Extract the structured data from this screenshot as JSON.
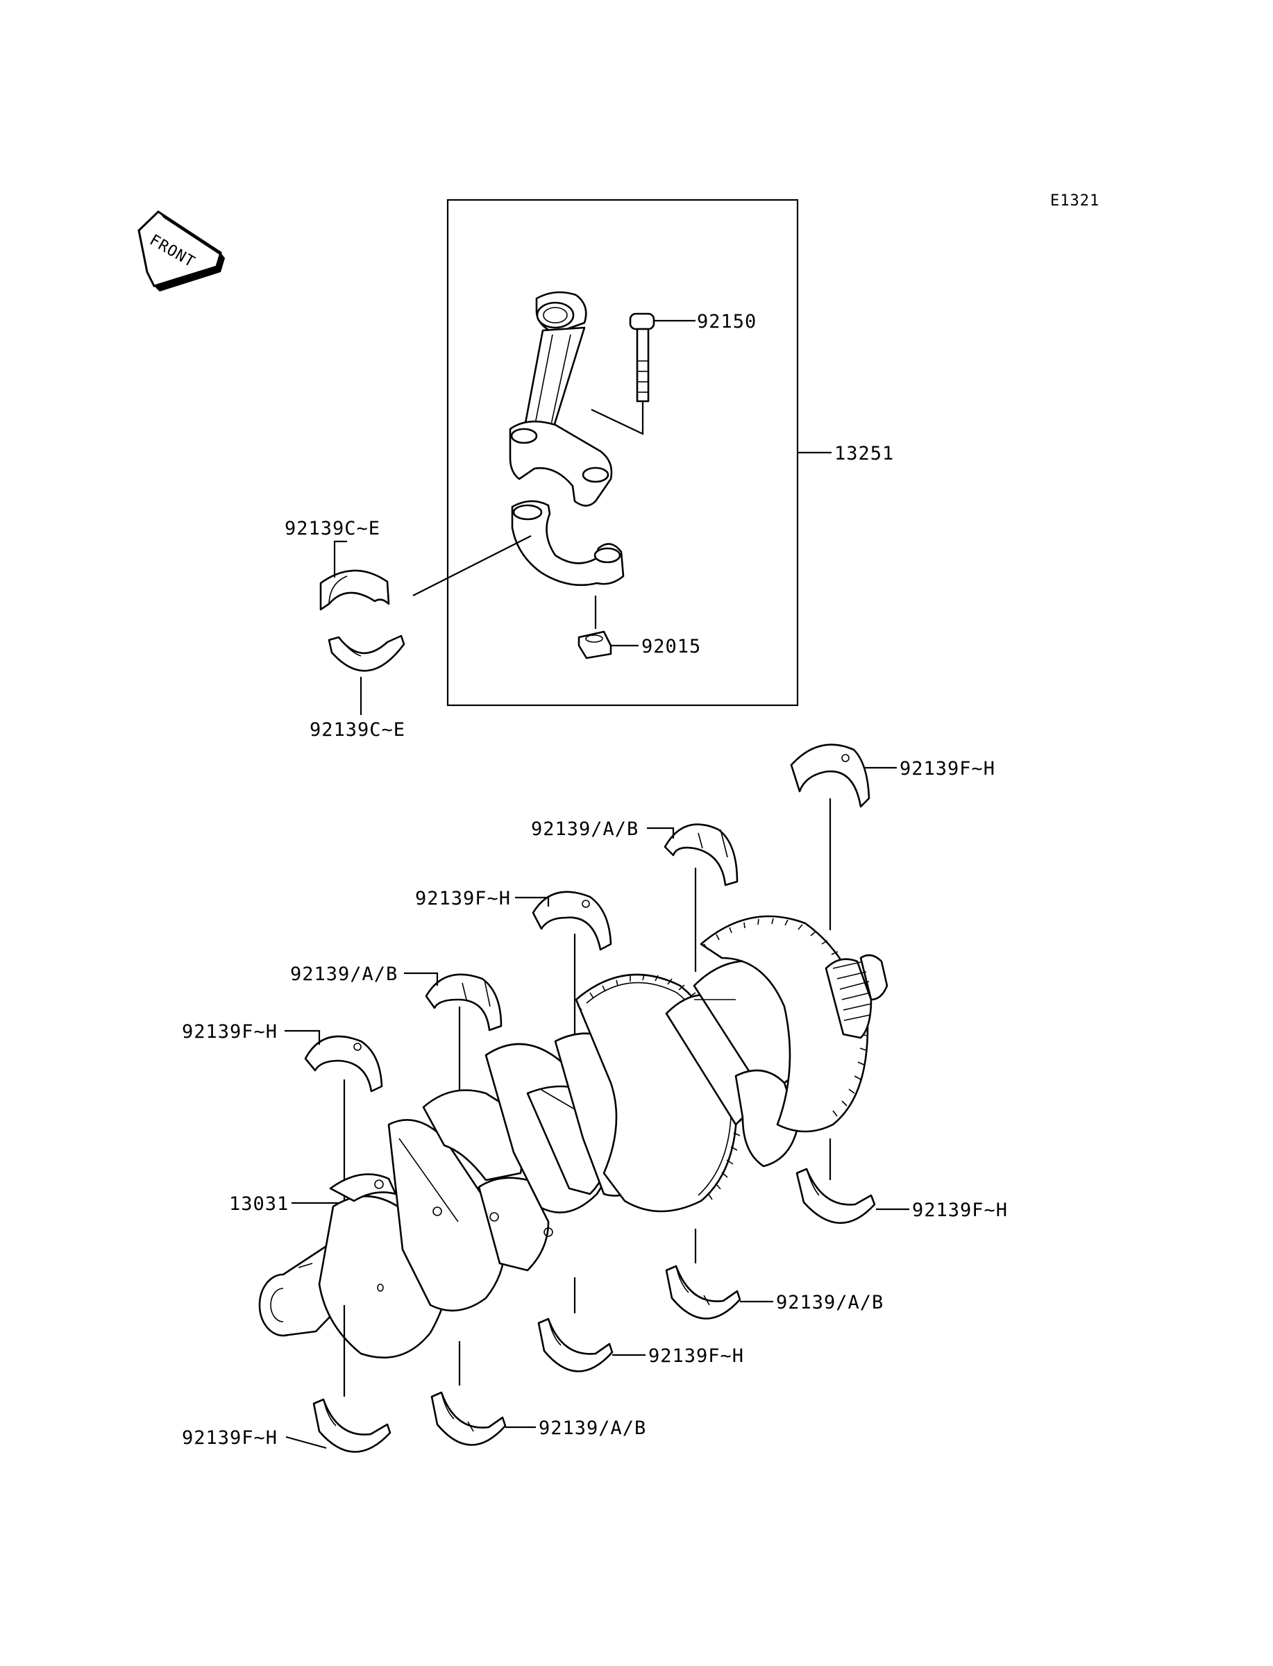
{
  "diagram_code": "E1321",
  "front_arrow_text": "FRONT",
  "labels": {
    "conrod_bolt": "92150",
    "conrod_assy": "13251",
    "conrod_bearing_upper": "92139C~E",
    "conrod_bearing_lower": "92139C~E",
    "conrod_nut": "92015",
    "main_top_right": "92139F~H",
    "main_top_2": "92139/A/B",
    "main_top_3": "92139F~H",
    "main_top_4": "92139/A/B",
    "main_top_5": "92139F~H",
    "crankshaft": "13031",
    "main_bottom_right": "92139F~H",
    "main_bottom_2": "92139/A/B",
    "main_bottom_3": "92139F~H",
    "main_bottom_4": "92139/A/B",
    "main_bottom_5": "92139F~H"
  }
}
